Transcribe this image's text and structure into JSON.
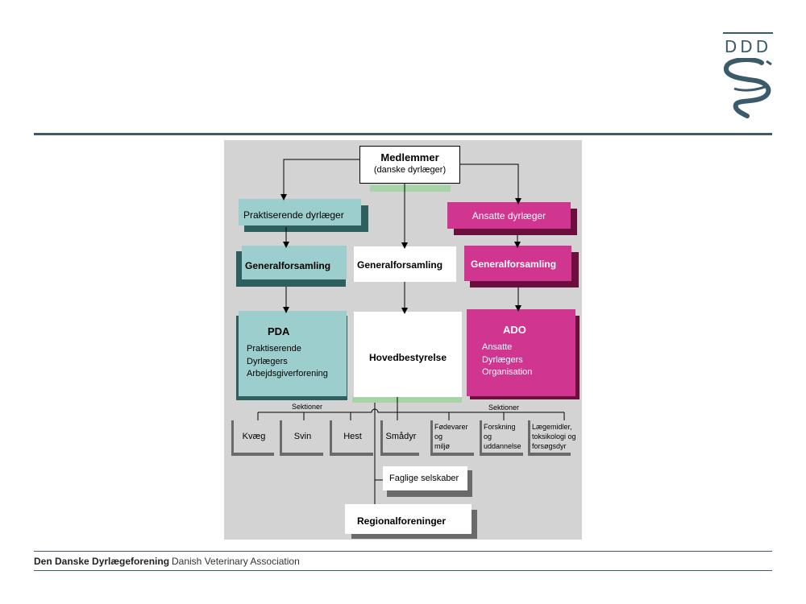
{
  "logo": {
    "text": "DDD"
  },
  "diagram": {
    "members": {
      "title": "Medlemmer",
      "subtitle": "(danske dyrlæger)"
    },
    "practicing": {
      "label": "Praktiserende dyrlæger"
    },
    "employed": {
      "label": "Ansatte dyrlæger"
    },
    "ga_left": {
      "label": "Generalforsamling"
    },
    "ga_center": {
      "label": "Generalforsamling"
    },
    "ga_right": {
      "label": "Generalforsamling"
    },
    "pda": {
      "title": "PDA",
      "line1": "Praktiserende",
      "line2": "Dyrlægers",
      "line3": "Arbejdsgiverforening"
    },
    "board": {
      "label": "Hovedbestyrelse"
    },
    "ado": {
      "title": "ADO",
      "line1": "Ansatte",
      "line2": "Dyrlægers",
      "line3": "Organisation"
    },
    "sections_left": "Sektioner",
    "sections_right": "Sektioner",
    "sections": [
      {
        "lines": [
          "Kvæg"
        ]
      },
      {
        "lines": [
          "Svin"
        ]
      },
      {
        "lines": [
          "Hest"
        ]
      },
      {
        "lines": [
          "Smådyr"
        ]
      },
      {
        "lines": [
          "Fødevarer",
          "og",
          "miljø"
        ]
      },
      {
        "lines": [
          "Forskning",
          "og",
          "uddannelse"
        ]
      },
      {
        "lines": [
          "Lægemidler,",
          "toksikologi og",
          "forsøgsdyr"
        ]
      }
    ],
    "societies": {
      "label": "Faglige selskaber"
    },
    "regional": {
      "label": "Regionalforeninger"
    }
  },
  "footer": {
    "org_name": "Den Danske Dyrlægeforening",
    "english_name": "Danish Veterinary Association"
  },
  "colors": {
    "teal": "#9ccece",
    "teal_shadow": "#2f5e5e",
    "magenta": "#d0358f",
    "magenta_shadow": "#6a0f3e",
    "line": "#3b5a6a",
    "panel": "#d3d3d3"
  }
}
